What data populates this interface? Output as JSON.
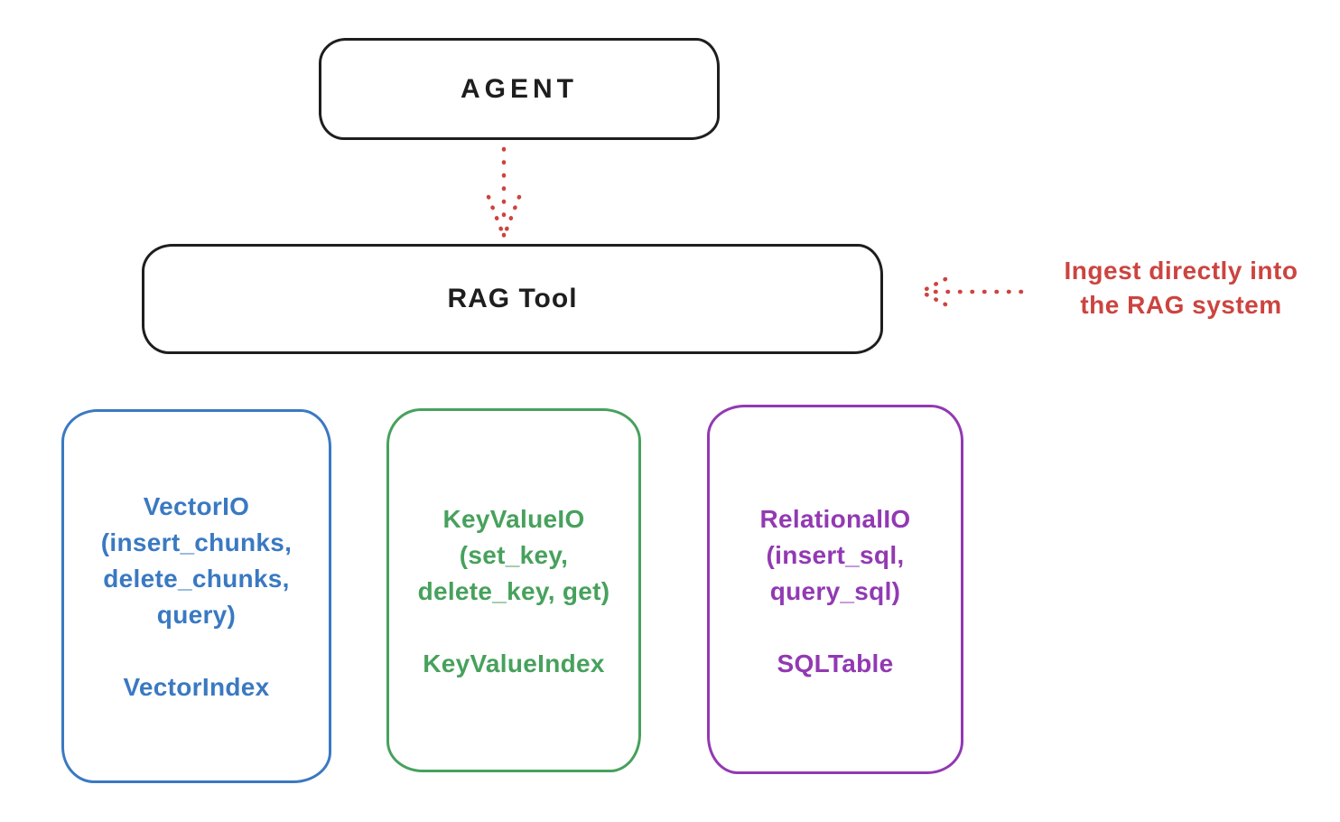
{
  "colors": {
    "stroke_black": "#1e1e1e",
    "annotation_red": "#cc4440",
    "vector_blue": "#3a79c2",
    "keyvalue_green": "#47a15c",
    "relational_purple": "#9239b3",
    "background": "#ffffff"
  },
  "agent_box": {
    "label": "AGENT"
  },
  "rag_box": {
    "label": "RAG Tool"
  },
  "annotation": {
    "line1": "Ingest directly into",
    "line2": "the RAG system"
  },
  "io_boxes": [
    {
      "name": "vector-io",
      "color": "#3a79c2",
      "lines": [
        "VectorIO",
        "(insert_chunks,",
        "delete_chunks,",
        "query)"
      ],
      "index_label": "VectorIndex"
    },
    {
      "name": "keyvalue-io",
      "color": "#47a15c",
      "lines": [
        "KeyValueIO",
        "(set_key,",
        "delete_key, get)"
      ],
      "index_label": "KeyValueIndex"
    },
    {
      "name": "relational-io",
      "color": "#9239b3",
      "lines": [
        "RelationalIO",
        "(insert_sql,",
        "query_sql)"
      ],
      "index_label": "SQLTable"
    }
  ]
}
